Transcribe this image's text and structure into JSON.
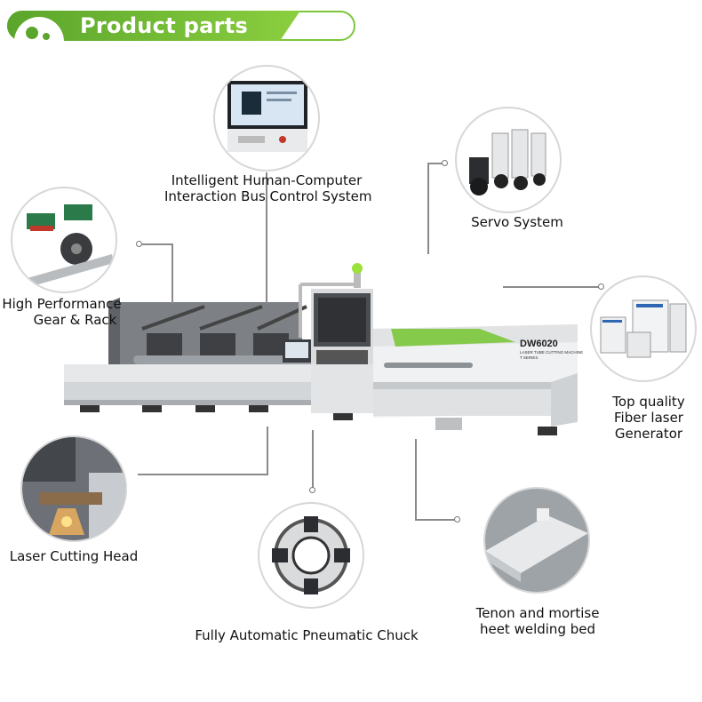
{
  "header": {
    "title": "Product parts"
  },
  "parts": {
    "control_system": {
      "line1": "Intelligent Human-Computer",
      "line2": "Interaction Bus Control System"
    },
    "servo": {
      "label": "Servo System"
    },
    "gear_rack": {
      "line1": "High Performance",
      "line2": "Gear & Rack"
    },
    "laser_generator": {
      "line1": "Top quality",
      "line2": "Fiber laser",
      "line3": "Generator"
    },
    "cutting_head": {
      "label": "Laser Cutting Head"
    },
    "chuck": {
      "label": "Fully Automatic Pneumatic Chuck"
    },
    "welding_bed": {
      "line1": "Tenon and mortise",
      "line2": "heet welding bed"
    }
  },
  "machine": {
    "model": "DW6020",
    "subtitle": "LASER TUBE CUTTING MACHINE",
    "series": "T SERIES"
  },
  "colors": {
    "accent_green": "#7cc63b",
    "dark_green": "#5aa52b",
    "machine_gray": "#c9cbcc",
    "line_gray": "#8a8a8a"
  }
}
